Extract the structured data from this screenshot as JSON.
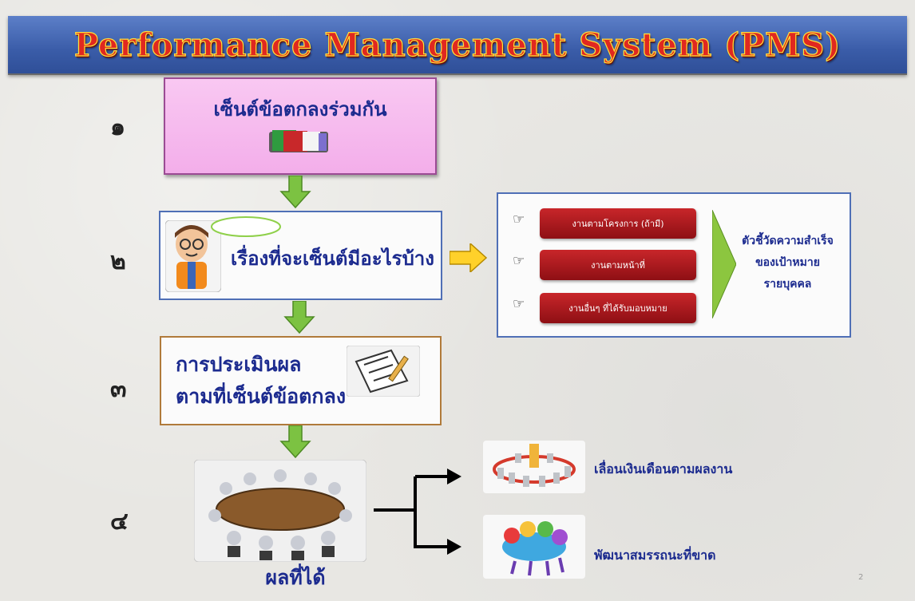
{
  "title": "Performance Management System (PMS)",
  "steps": [
    {
      "number": "๑",
      "label": "เซ็นต์ข้อตกลงร่วมกัน"
    },
    {
      "number": "๒",
      "label": "เรื่องที่จะเซ็นต์มีอะไรบ้าง"
    },
    {
      "number": "๓",
      "label_line1": "การประเมินผล",
      "label_line2": "ตามที่เซ็นต์ข้อตกลง"
    },
    {
      "number": "๔",
      "label": "ผลที่ได้"
    }
  ],
  "work_items": [
    "งานตามโครงการ (ถ้ามี)",
    "งานตามหน้าที่",
    "งานอื่นๆ ที่ได้รับมอบหมาย"
  ],
  "kpi": [
    "ตัวชี้วัดความสำเร็จ",
    "ของเป้าหมาย",
    "รายบุคคล"
  ],
  "outcomes": [
    "เลื่อนเงินเดือนตามผลงาน",
    "พัฒนาสมรรถนะที่ขาด"
  ],
  "page_number": "2",
  "colors": {
    "title_bar": "#3a5ca8",
    "title_text": "#e02820",
    "label_text": "#1c2b8f",
    "arrow_green": "#7cc242",
    "red_button": "#a8181d",
    "box1_fill": "#f5b8ee"
  },
  "icons": [
    "notebook-icon",
    "cartoon-man-icon",
    "speech-bubble-icon",
    "checklist-icon",
    "meeting-table-icon",
    "money-circle-icon",
    "team-huddle-icon",
    "pointing-hand-icon"
  ]
}
